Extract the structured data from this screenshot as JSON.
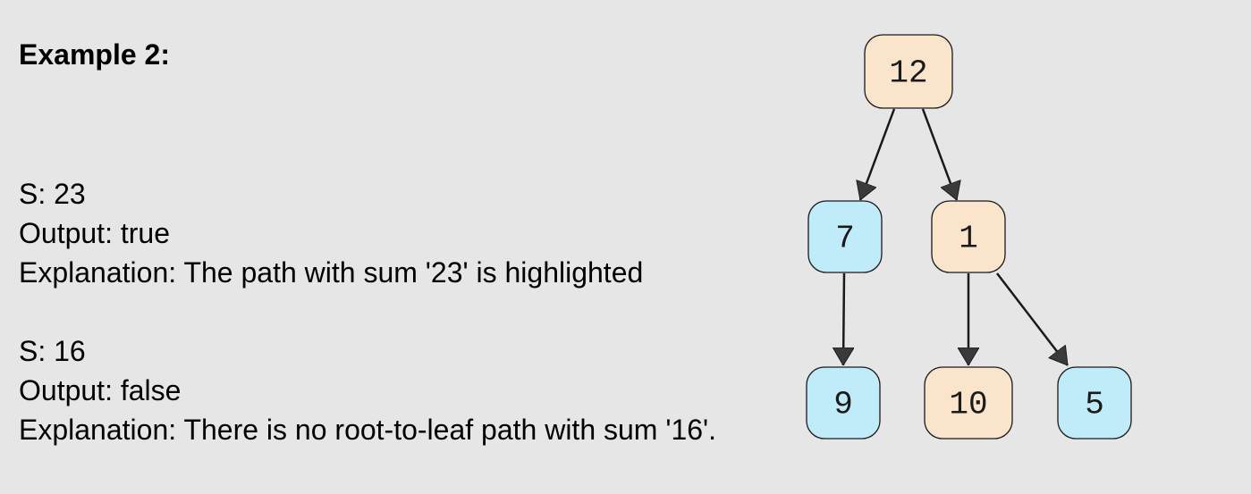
{
  "example": {
    "title": "Example 2:",
    "cases": [
      {
        "sum_line": "S: 23",
        "output_line": "Output: true",
        "explanation_line": "Explanation: The path with sum '23' is highlighted"
      },
      {
        "sum_line": "S: 16",
        "output_line": "Output: false",
        "explanation_line": "Explanation: There is no root-to-leaf path with sum '16'."
      }
    ]
  },
  "tree": {
    "colors": {
      "highlighted_fill": "#fbe4cc",
      "normal_fill": "#c0ecfa",
      "stroke": "#1a1a1a",
      "edge": "#1a1a1a"
    },
    "nodes": [
      {
        "id": "n12",
        "label": "12",
        "highlighted": true
      },
      {
        "id": "n7",
        "label": "7",
        "highlighted": false
      },
      {
        "id": "n1",
        "label": "1",
        "highlighted": true
      },
      {
        "id": "n9",
        "label": "9",
        "highlighted": false
      },
      {
        "id": "n10",
        "label": "10",
        "highlighted": true
      },
      {
        "id": "n5",
        "label": "5",
        "highlighted": false
      }
    ],
    "edges": [
      {
        "from": "n12",
        "to": "n7"
      },
      {
        "from": "n12",
        "to": "n1"
      },
      {
        "from": "n7",
        "to": "n9"
      },
      {
        "from": "n1",
        "to": "n10"
      },
      {
        "from": "n1",
        "to": "n5"
      }
    ]
  }
}
